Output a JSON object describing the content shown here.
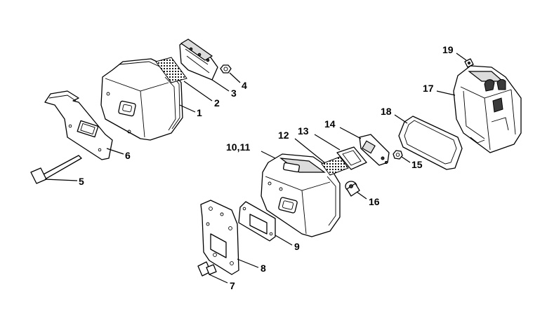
{
  "callouts": {
    "c1": "1",
    "c2": "2",
    "c3": "3",
    "c4": "4",
    "c5": "5",
    "c6": "6",
    "c7": "7",
    "c8": "8",
    "c9": "9",
    "c10_11": "10,11",
    "c12": "12",
    "c13": "13",
    "c14": "14",
    "c15": "15",
    "c16": "16",
    "c17": "17",
    "c18": "18",
    "c19": "19"
  }
}
